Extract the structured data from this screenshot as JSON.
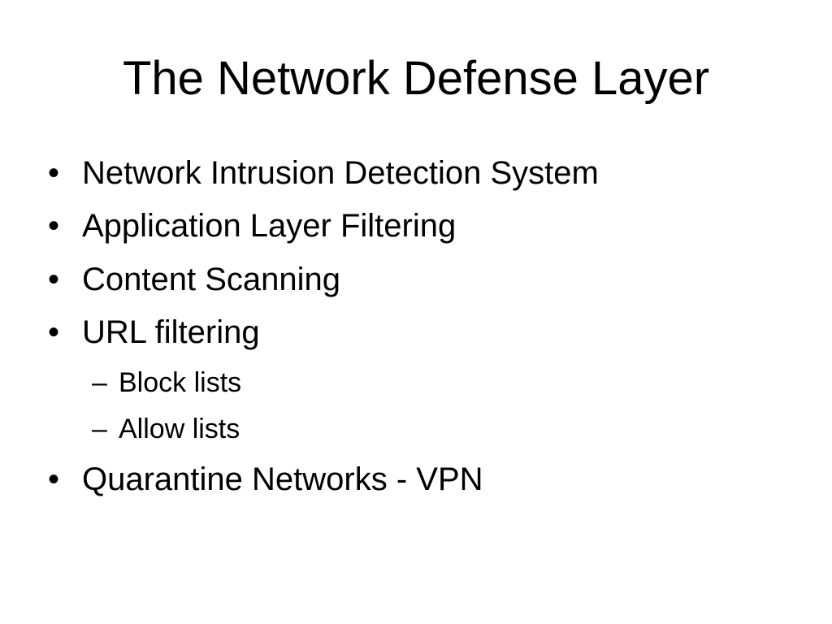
{
  "slide": {
    "title": "The Network Defense Layer",
    "bullets": [
      {
        "marker": "•",
        "text": "Network Intrusion Detection System"
      },
      {
        "marker": "•",
        "text": "Application Layer Filtering"
      },
      {
        "marker": "•",
        "text": "Content Scanning"
      },
      {
        "marker": "•",
        "text": "URL filtering"
      },
      {
        "marker": "–",
        "text": "Block lists"
      },
      {
        "marker": "–",
        "text": "Allow lists"
      },
      {
        "marker": "•",
        "text": "Quarantine Networks - VPN"
      }
    ]
  }
}
